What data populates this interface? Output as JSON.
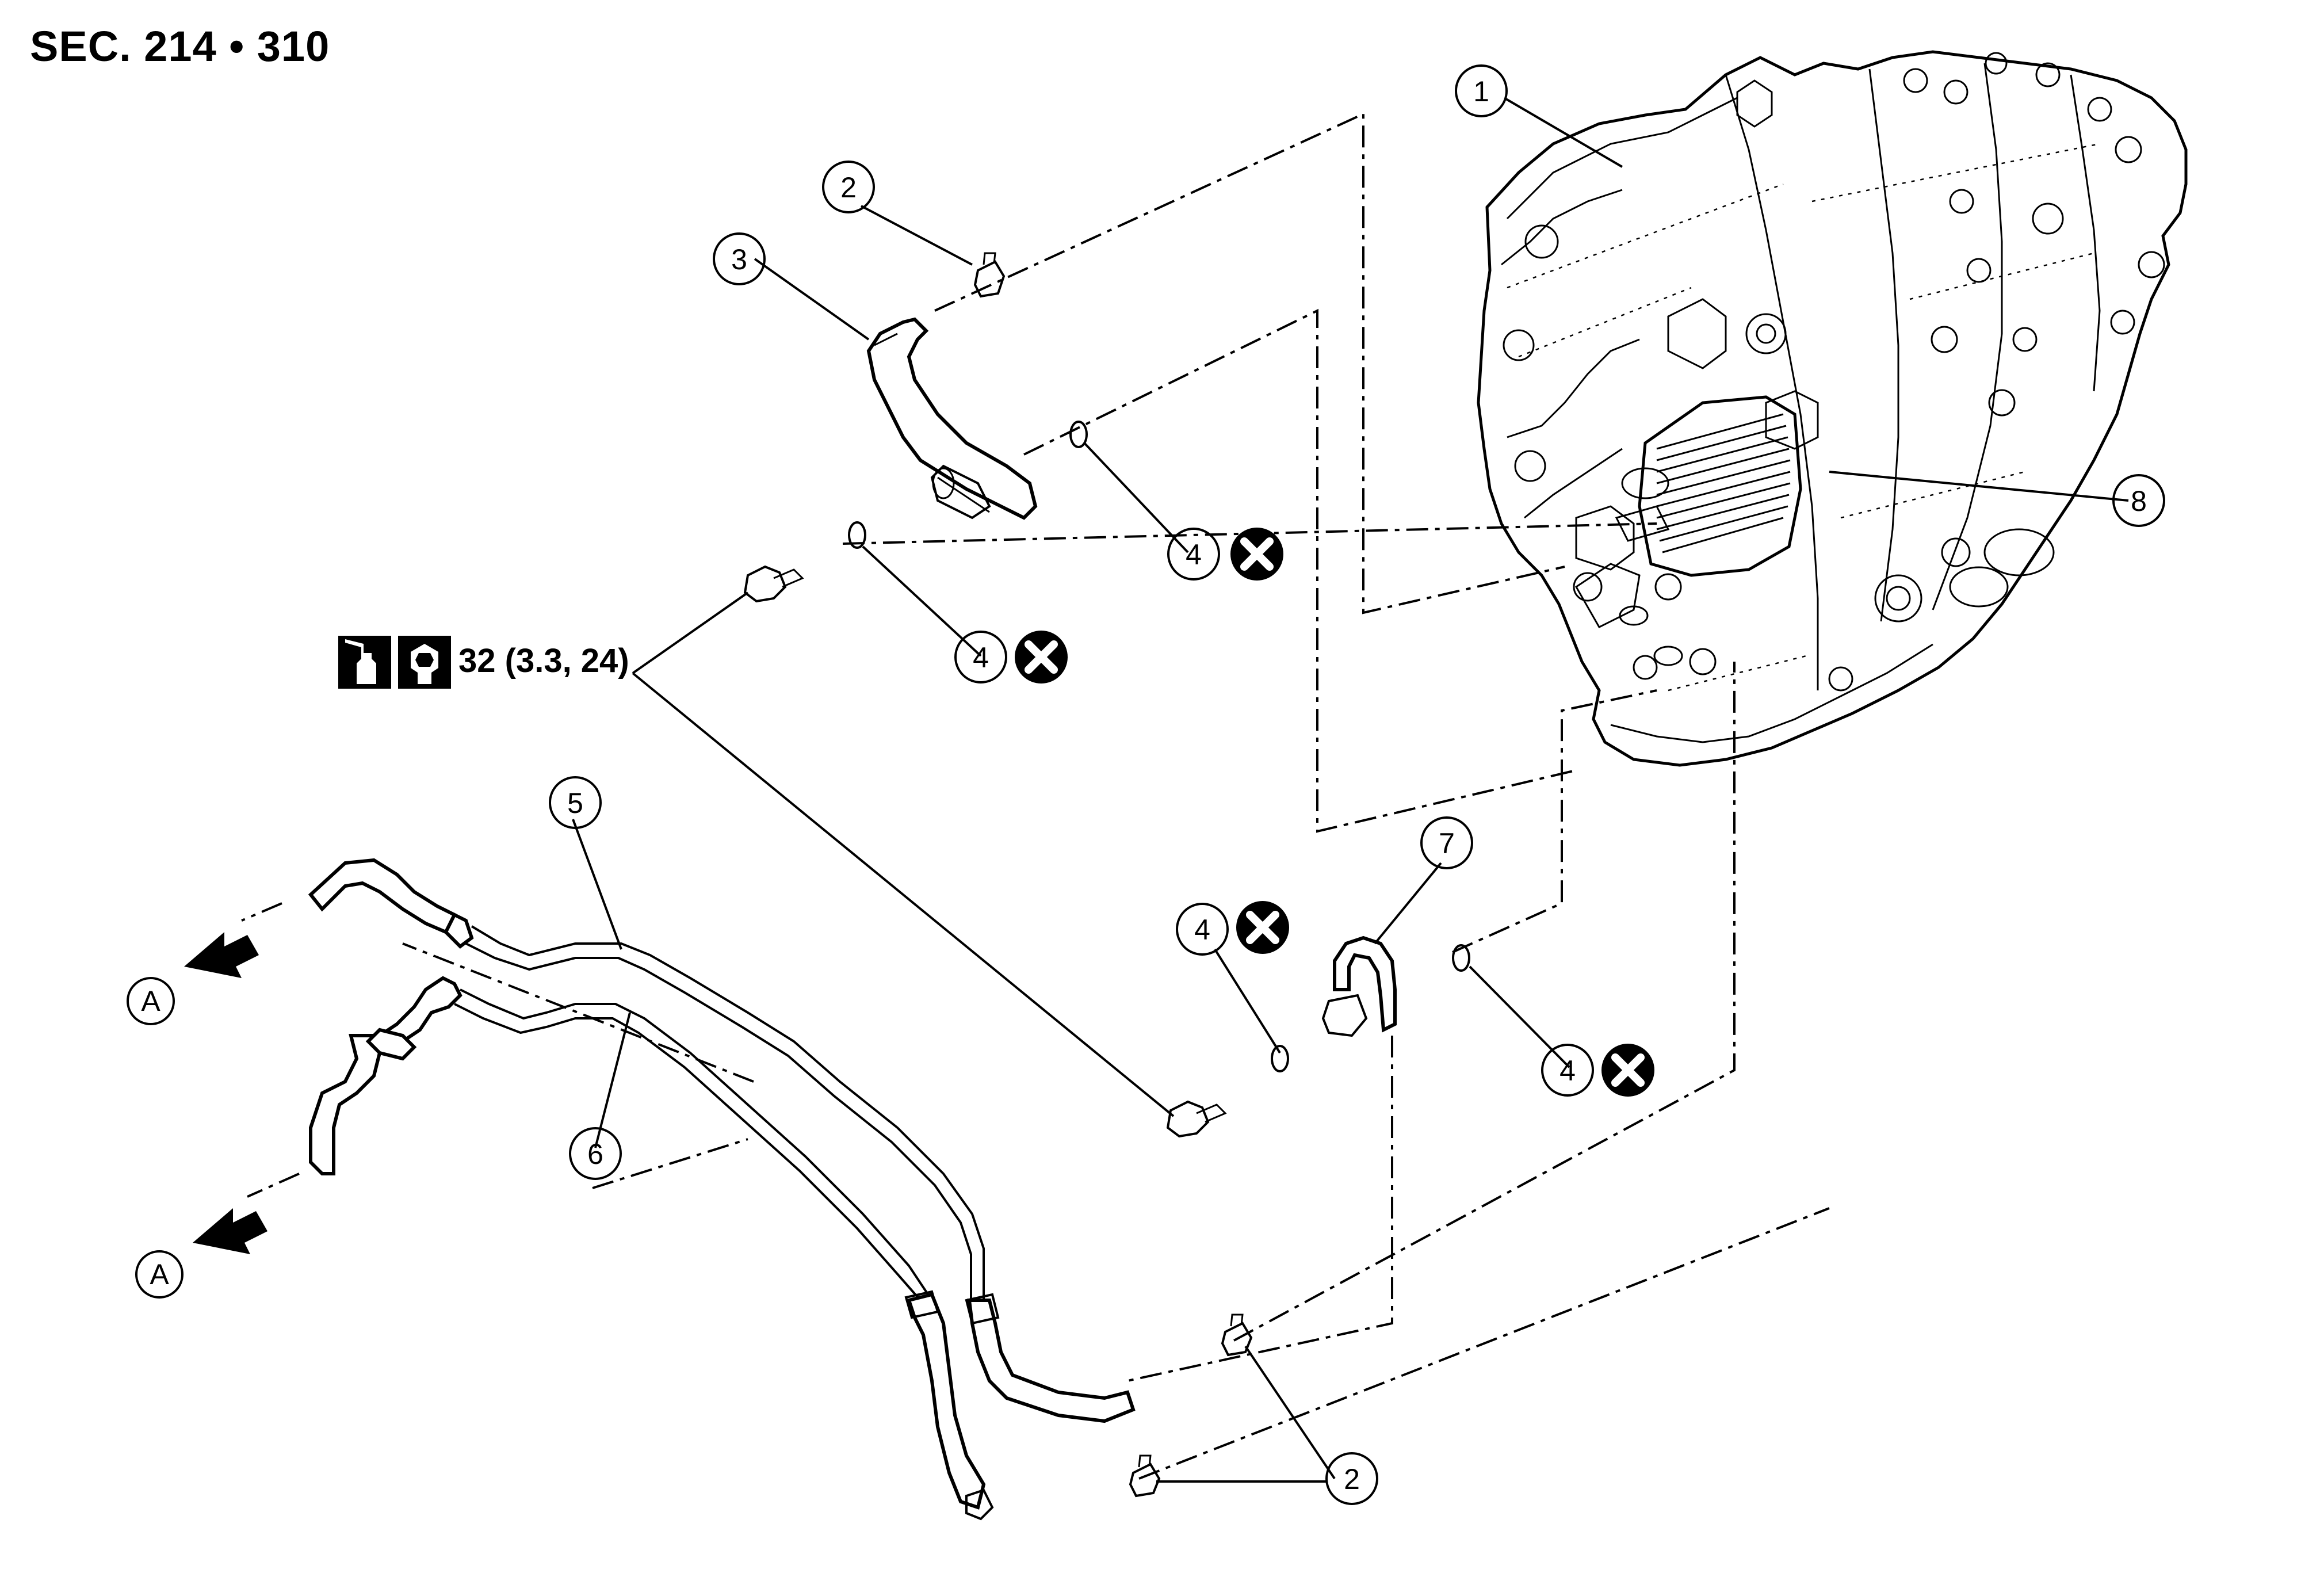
{
  "header": {
    "section_label": "SEC. 214 • 310"
  },
  "torque_spec": {
    "value_text": "32 (3.3, 24)",
    "icons": [
      "fluid-applicator-icon",
      "torque-wrench-icon"
    ]
  },
  "callouts": [
    {
      "id": "c1",
      "number": "1"
    },
    {
      "id": "c2a",
      "number": "2"
    },
    {
      "id": "c2b",
      "number": "2"
    },
    {
      "id": "c3",
      "number": "3"
    },
    {
      "id": "c4a",
      "number": "4"
    },
    {
      "id": "c4b",
      "number": "4"
    },
    {
      "id": "c4c",
      "number": "4"
    },
    {
      "id": "c4d",
      "number": "4"
    },
    {
      "id": "c5",
      "number": "5"
    },
    {
      "id": "c6",
      "number": "6"
    },
    {
      "id": "c7",
      "number": "7"
    },
    {
      "id": "c8",
      "number": "8"
    }
  ],
  "ref_markers": [
    {
      "id": "a1",
      "letter": "A"
    },
    {
      "id": "a2",
      "letter": "A"
    }
  ],
  "icons": {
    "replace_marker": "do-not-reuse-icon",
    "direction_arrow": "arrow-left-icon"
  }
}
